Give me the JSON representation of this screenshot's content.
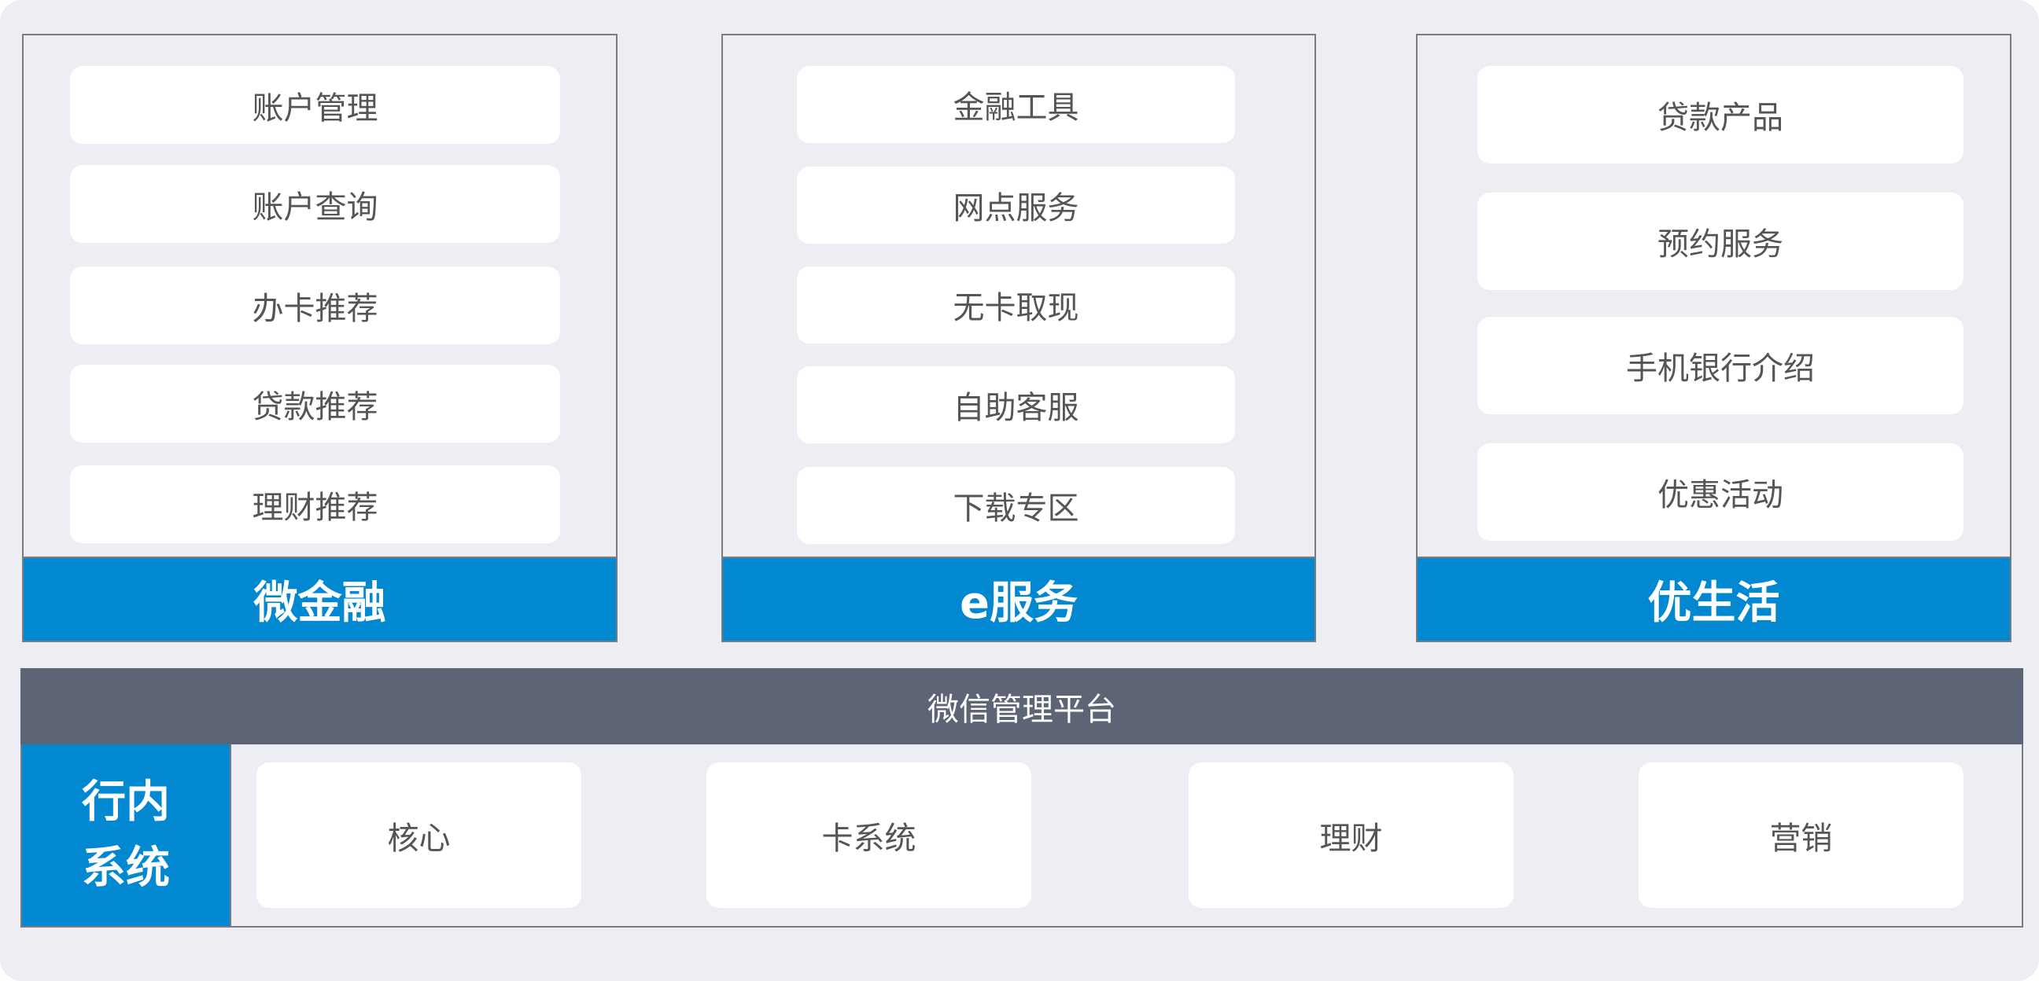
{
  "colors": {
    "background": "#edeef4",
    "accent": "#0288d1",
    "platform": "#5c6475",
    "card": "#ffffff",
    "text": "#555555",
    "border": "#7b7c80"
  },
  "columns": [
    {
      "title": "微金融",
      "items": [
        "账户管理",
        "账户查询",
        "办卡推荐",
        "贷款推荐",
        "理财推荐"
      ]
    },
    {
      "title": "e服务",
      "items": [
        "金融工具",
        "网点服务",
        "无卡取现",
        "自助客服",
        "下载专区"
      ]
    },
    {
      "title": "优生活",
      "items": [
        "贷款产品",
        "预约服务",
        "手机银行介绍",
        "优惠活动"
      ]
    }
  ],
  "platform": {
    "label": "微信管理平台"
  },
  "internal": {
    "title_line1": "行内",
    "title_line2": "系统",
    "systems": [
      "核心",
      "卡系统",
      "理财",
      "营销"
    ]
  }
}
